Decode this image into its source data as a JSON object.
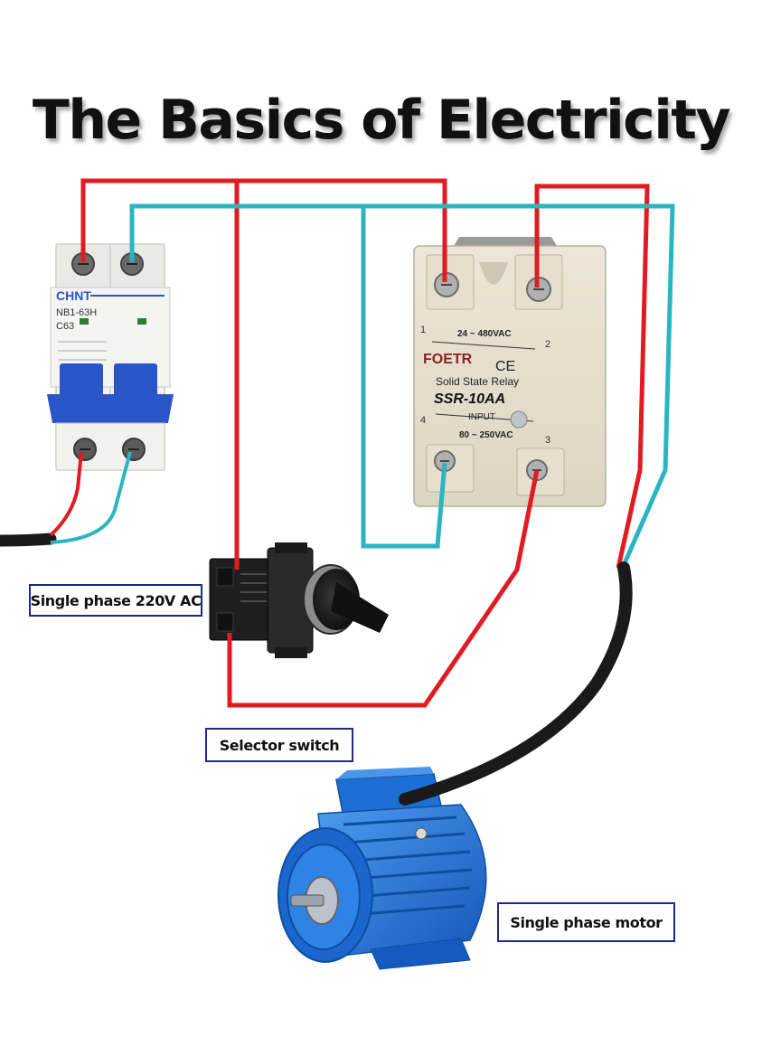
{
  "title": "The Basics of Electricity",
  "labels": {
    "supply": "Single phase 220V AC",
    "selector": "Selector switch",
    "motor": "Single phase motor"
  },
  "breaker": {
    "brand": "CHNT",
    "model": "NB1-63H",
    "rating": "C63"
  },
  "relay": {
    "brand": "FOETR",
    "type": "Solid State Relay",
    "model": "SSR-10AA",
    "output_range": "24 ~ 480VAC",
    "input_label": "INPUT",
    "input_range": "80 ~ 250VAC",
    "terminal_1": "1",
    "terminal_2": "2",
    "terminal_3": "3",
    "terminal_4": "4"
  },
  "colors": {
    "live_wire": "#e01b22",
    "neutral_wire": "#2bb5c0",
    "cable": "#1a1a1a",
    "label_border": "#1c2a8c",
    "motor": "#1d6fd6",
    "breaker_handle": "#2a55c8"
  }
}
